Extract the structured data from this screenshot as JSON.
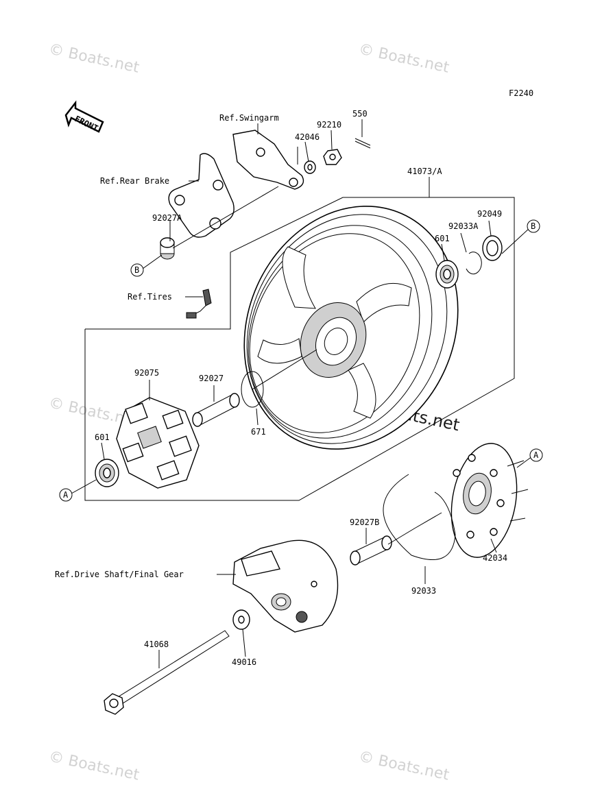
{
  "diagram_code": "F2240",
  "front_label": "FRONT",
  "watermark": "© Boats.net",
  "labels": {
    "ref_swingarm": "Ref.Swingarm",
    "ref_rear_brake": "Ref.Rear Brake",
    "ref_tires": "Ref.Tires",
    "ref_drive_shaft": "Ref.Drive Shaft/Final Gear",
    "p550": "550",
    "p92210": "92210",
    "p42046": "42046",
    "p41073a": "41073/A",
    "p92049": "92049",
    "p92033a": "92033A",
    "p601_top": "601",
    "p92027a": "92027A",
    "p92075": "92075",
    "p92027": "92027",
    "p671": "671",
    "p601_left": "601",
    "p92027b": "92027B",
    "p42034": "42034",
    "p92033": "92033",
    "p41068": "41068",
    "p49016": "49016"
  },
  "callouts": {
    "a": "A",
    "b": "B"
  }
}
